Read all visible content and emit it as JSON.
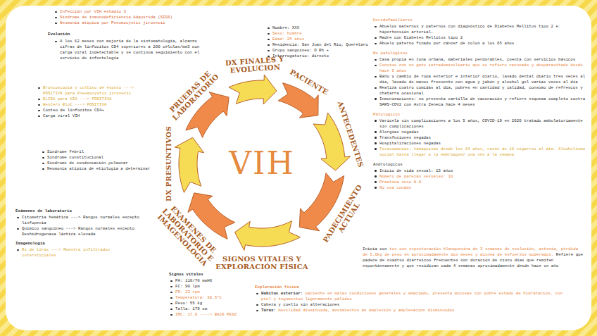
{
  "diagram": {
    "nodes": [
      {
        "text": [
          "PACIENTE"
        ]
      },
      {
        "text": [
          "ANTECEDENTES"
        ]
      },
      {
        "text": [
          "PADECIMIENTO ACTUAL"
        ]
      },
      {
        "text": [
          "SIGNOS VITALES Y EXPLORACIÓN FÍSICA"
        ]
      },
      {
        "text": [
          "EXAMENES DE LABORATORIO E IMAGENOLOGIA"
        ]
      },
      {
        "text": [
          "DX PRESUNTIVOS"
        ]
      },
      {
        "text": [
          "PRUEBAS DE LABORATORIO"
        ]
      },
      {
        "text": [
          "DX FINALES Y EVOLUCION"
        ]
      }
    ],
    "labels": [
      "VIH",
      "Infección por VIH estadio 3",
      "Síndrome de inmunodeficiencia Adquirida (SIDA)",
      "Neumonía atípica por Pneumocystis jirovecii",
      "Evolución",
      "A los 12 meses con mejoría de la sintomatología, alcanzo cifras de linfocitos CD4 superiores a 200 células/mm3 con carga viral indetectable y se continua seguimiento con el servicio de infectología",
      "Broncoscopia y cultivo de esputo ---> POSITIVA para Pneumocystis jirovecii",
      "ELISA para VIH ---> POSITIVA",
      "Western Blot ---> POSITIVA",
      "Conteo de linfocitos CD4+",
      "Carga viral VIH",
      "Síndrome febril",
      "Síndrome constitucional",
      "Síndrome de condensación pulmonar",
      "Neumonía atípica de etiología a determinar",
      "Exámenes de laboratorio",
      "Citometría hemática ---> Rangos normales excepto linfopenia",
      "Químico sanguíneo ---> Rangos normales excepto Deshidrogenasa láctica elevada",
      "Imagenología",
      "Rx de tórax ---> Muestra infiltrados intersticiales",
      "Signos vitales",
      "PA: 110/70 mmHG",
      "FC: 90 lpm",
      "FR: 23 rpm",
      "Temperatura: 38.5°C",
      "Peso: 55 kg",
      "Talla: 179 cm",
      "IMC: 17.9 ----> BAJO PESO",
      "Exploración física",
      "Habitus exterior:",
      "paciente en malas condiciones generales y emaciado, presenta mucosas con pobre estado de hidratación, con piel y tegumentos ligeramente pálidos",
      "Cabeza y cuello sin alteraciones",
      "Tórax:",
      "movilidad disminuida, movimientos de amplexión y amplexación disminuidos",
      "Inicia con",
      "tos con expectoración blanquecina de 3 semanas de evolución, astenia, pérdida de 5.6kg de peso en aproximadamente dos meses y disnea de esfuerzos moderados.",
      "Refiere que padece de cuadros diarreicos frecuentes con duración de cinco días que remiten espontáneamente y que recidivan cada 4 semanas aproximadamente desde hace un año",
      "Nombre: XXX",
      "Sexo: hombre",
      "Edad: 25 años",
      "Residencia: San Juan del Río, Querétaro",
      "Grupo sanguíneo: O Rh +",
      "Interrogatorio: directo",
      "Heredofamiliares",
      "Abuelos maternos y paternos con diagnóstico de Diabetes Mellitus tipo 2 e hipertensión arterial.",
      "Madre con Diabetes Mellitus tipo 2",
      "Abuelo paterno finado por cáncer de colon a los 65 años",
      "No patológicos",
      "Casa propia en zona urbana, materiales perdurables, cuenta con servicios básicos",
      "Convive con un gato intradomiciliario que se refiere vacunado y desparasitado desde hace 5 años",
      "Baño y cambio de ropa exterior e interior diario, lavado dental diario tres veces al día, lavado de manos frecuente con agua y jabón y alcohol gel varias veces al día",
      "Realiza cuatro comidas al día, pobres en cantidad y calidad, consumo de refrescos y chatarra ocasional",
      "Inmunizaciones: no presenta cartilla de vacunación y refiere esquema completo contra SARS-COV2 con Astra Zeneca hace 4 meses",
      "Patológicos",
      "Varicela sin complicaciones a los 5 años, COVID-19 en 2020 tratado ambulatoriamente sin complicaciones",
      "Alergias negadas",
      "Transfusiones negadas",
      "Hospitalizaciones negadas",
      "Toxicomanías: tabaquismo desde los 14 años, razón de 10 cigarros al día. Alcoholismo social hasta llegar a la embriaguez una vez a la semana",
      "Andrológicos",
      "Inicio de vida sexual: 15 años",
      "Número de parejas sexuales: 10",
      "Practica sexo H-H",
      "No usa condón"
    ]
  }
}
